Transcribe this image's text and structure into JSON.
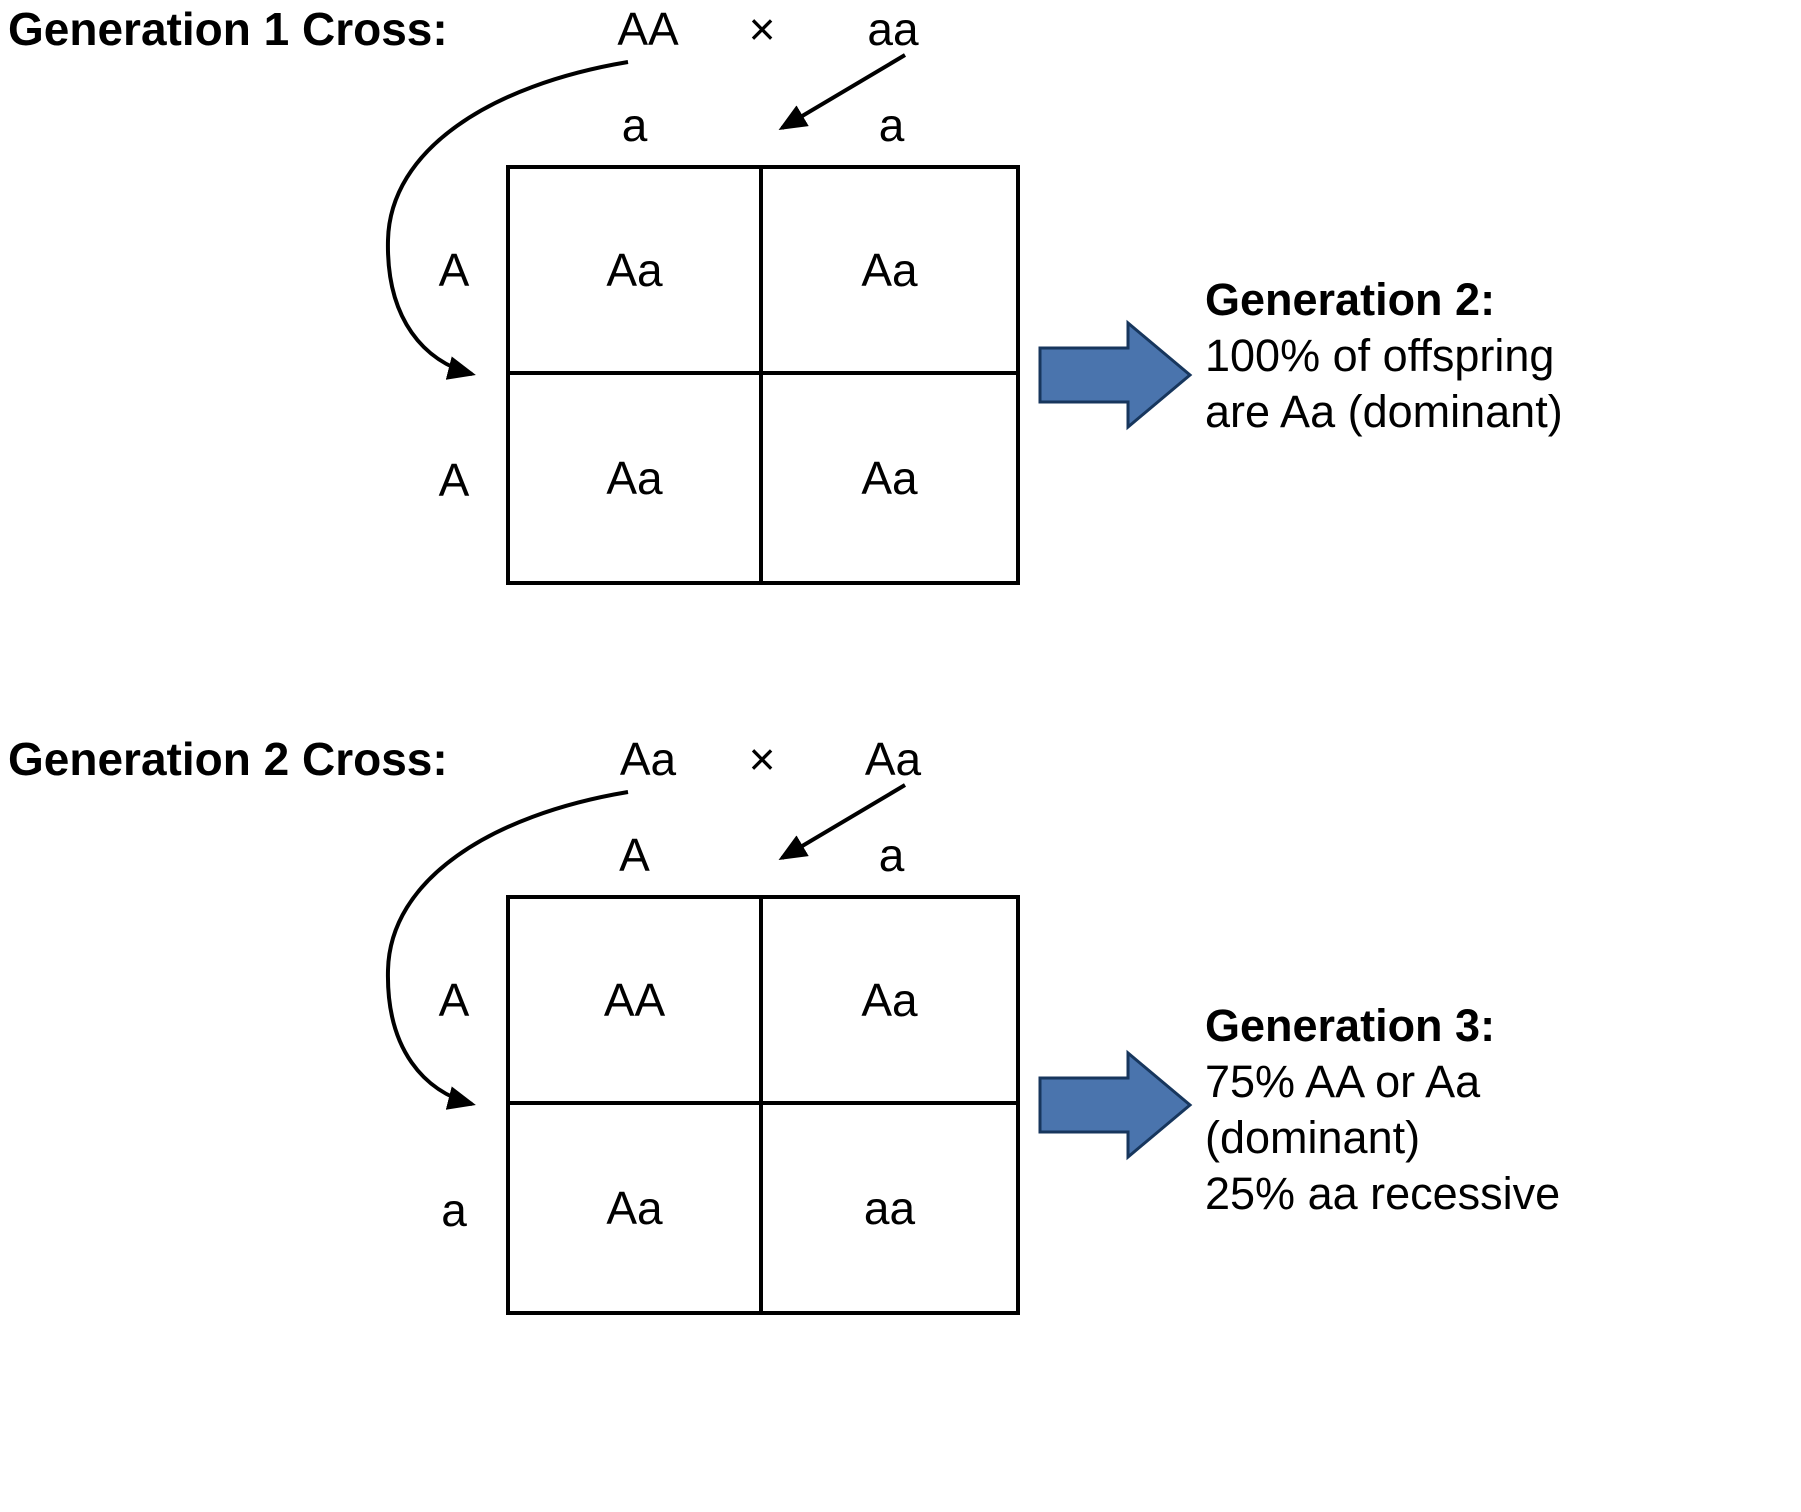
{
  "colors": {
    "block_arrow_fill": "#4a74ad",
    "block_arrow_stroke": "#17365d",
    "line_color": "#000000",
    "background": "#ffffff"
  },
  "sections": [
    {
      "title": "Generation 1 Cross:",
      "parent1": "AA",
      "cross_symbol": "×",
      "parent2": "aa",
      "col_headers": [
        "a",
        "a"
      ],
      "row_headers": [
        "A",
        "A"
      ],
      "cells": [
        [
          "Aa",
          "Aa"
        ],
        [
          "Aa",
          "Aa"
        ]
      ],
      "result": {
        "title": "Generation 2:",
        "line1": "100% of offspring",
        "line2": "are Aa (dominant)"
      }
    },
    {
      "title": "Generation 2 Cross:",
      "parent1": "Aa",
      "cross_symbol": "×",
      "parent2": "Aa",
      "col_headers": [
        "A",
        "a"
      ],
      "row_headers": [
        "A",
        "a"
      ],
      "cells": [
        [
          "AA",
          "Aa"
        ],
        [
          "Aa",
          "aa"
        ]
      ],
      "result": {
        "title": "Generation 3:",
        "line1": "75% AA or Aa",
        "line2": "(dominant)",
        "line3": "25% aa recessive"
      }
    }
  ]
}
